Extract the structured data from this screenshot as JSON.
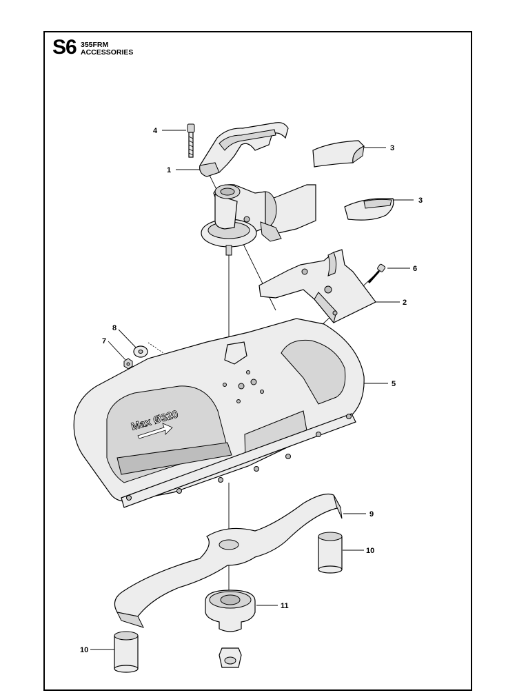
{
  "header": {
    "section_code": "S6",
    "model": "355FRM",
    "title": "ACCESSORIES"
  },
  "guard_text": "Max Ø320",
  "callouts": [
    "1",
    "2",
    "3",
    "3",
    "4",
    "5",
    "6",
    "7",
    "8",
    "9",
    "10",
    "10",
    "11"
  ]
}
